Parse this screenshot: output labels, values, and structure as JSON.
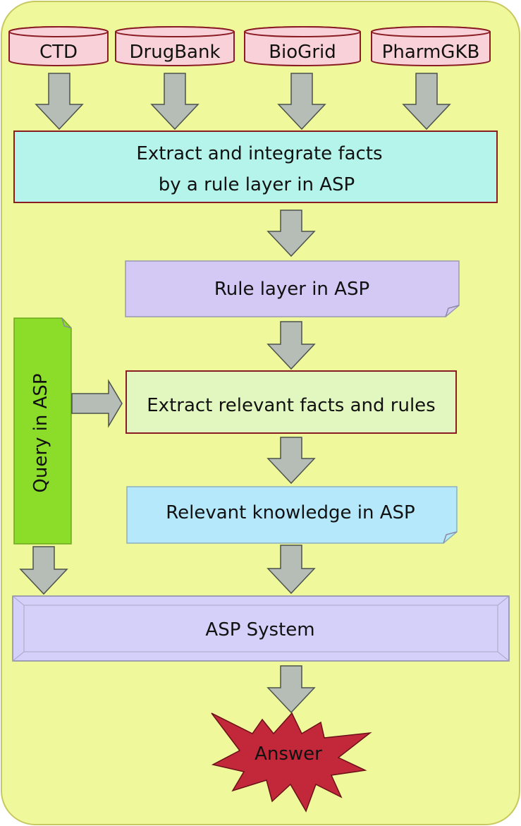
{
  "colors": {
    "background": "#eff89a",
    "background_border": "#c8c860",
    "database_fill": "#f8d2d8",
    "database_stroke": "#8a1c24",
    "arrow_fill": "#b6bdb7",
    "arrow_stroke": "#4c524d",
    "extract_integrate_fill": "#b4f4ea",
    "rule_layer_fill": "#d4c8f4",
    "extract_relevant_fill": "#e2f6c0",
    "relevant_knowledge_fill": "#b4e8fa",
    "asp_system_fill": "#d4d0fa",
    "query_fill": "#8cdc2a",
    "answer_fill": "#c3283a"
  },
  "sources": [
    {
      "label": "CTD"
    },
    {
      "label": "DrugBank"
    },
    {
      "label": "BioGrid"
    },
    {
      "label": "PharmGKB"
    }
  ],
  "boxes": {
    "extract_integrate": {
      "line1": "Extract and integrate facts",
      "line2": "by a rule layer in ASP"
    },
    "rule_layer": {
      "label": "Rule layer in ASP"
    },
    "extract_relevant": {
      "label": "Extract relevant facts and rules"
    },
    "relevant_knowledge": {
      "label": "Relevant knowledge  in ASP"
    },
    "asp_system": {
      "label": "ASP System"
    }
  },
  "query": {
    "label": "Query in ASP"
  },
  "answer": {
    "label": "Answer"
  },
  "icons": {
    "flow_arrow": "down-arrow-icon",
    "side_arrow": "right-arrow-icon"
  }
}
